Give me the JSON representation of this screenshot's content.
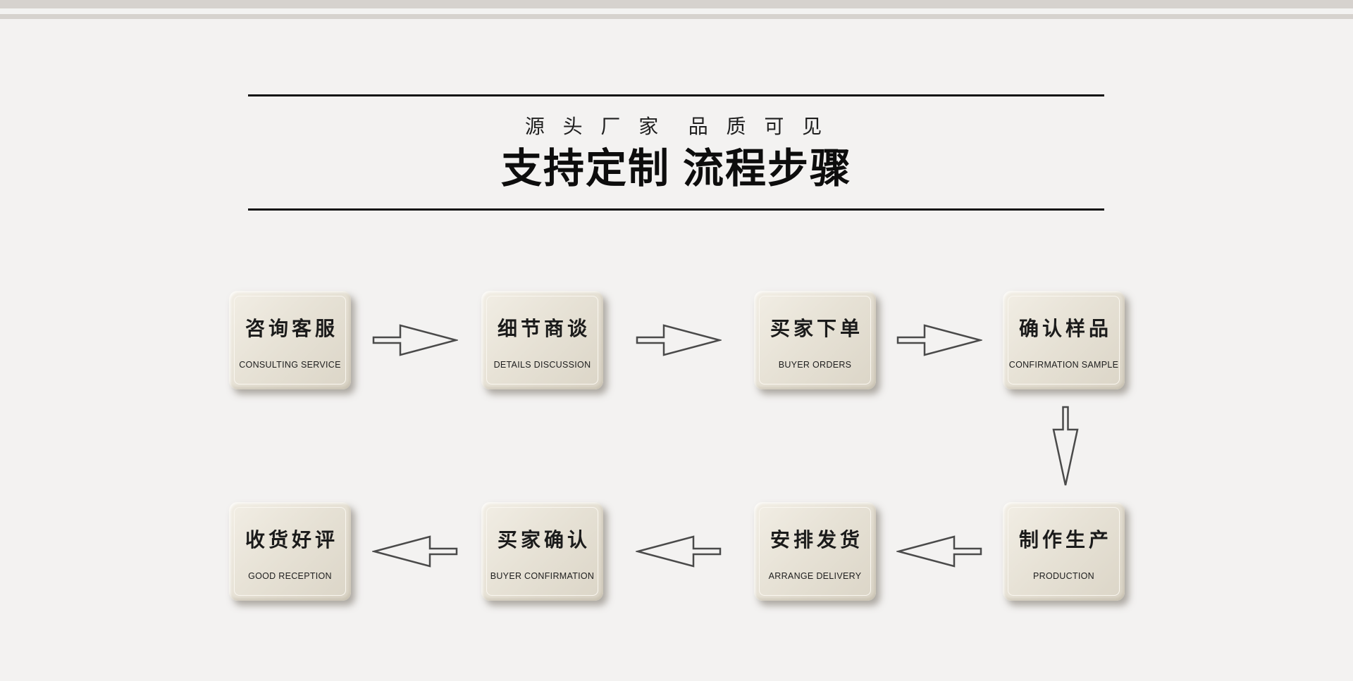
{
  "page": {
    "background_color": "#f3f2f1",
    "top_strip_color": "#d6d2ce"
  },
  "header": {
    "subtitle": "源 头 厂 家  品 质 可 见",
    "title": "支持定制 流程步骤",
    "rule_color": "#111111"
  },
  "flow": {
    "arrow_color": "#4a4a4a",
    "box_fill_color": "#e6e1d5",
    "box_inner_border_color": "#f9f6ef",
    "text_color": "#1b1b1b",
    "steps_row1": [
      {
        "zh": "咨询客服",
        "en": "CONSULTING SERVICE"
      },
      {
        "zh": "细节商谈",
        "en": "DETAILS DISCUSSION"
      },
      {
        "zh": "买家下单",
        "en": "BUYER ORDERS"
      },
      {
        "zh": "确认样品",
        "en": "CONFIRMATION SAMPLE"
      }
    ],
    "steps_row2": [
      {
        "zh": "制作生产",
        "en": "PRODUCTION"
      },
      {
        "zh": "安排发货",
        "en": "ARRANGE DELIVERY"
      },
      {
        "zh": "买家确认",
        "en": "BUYER CONFIRMATION"
      },
      {
        "zh": "收货好评",
        "en": "GOOD RECEPTION"
      }
    ]
  }
}
